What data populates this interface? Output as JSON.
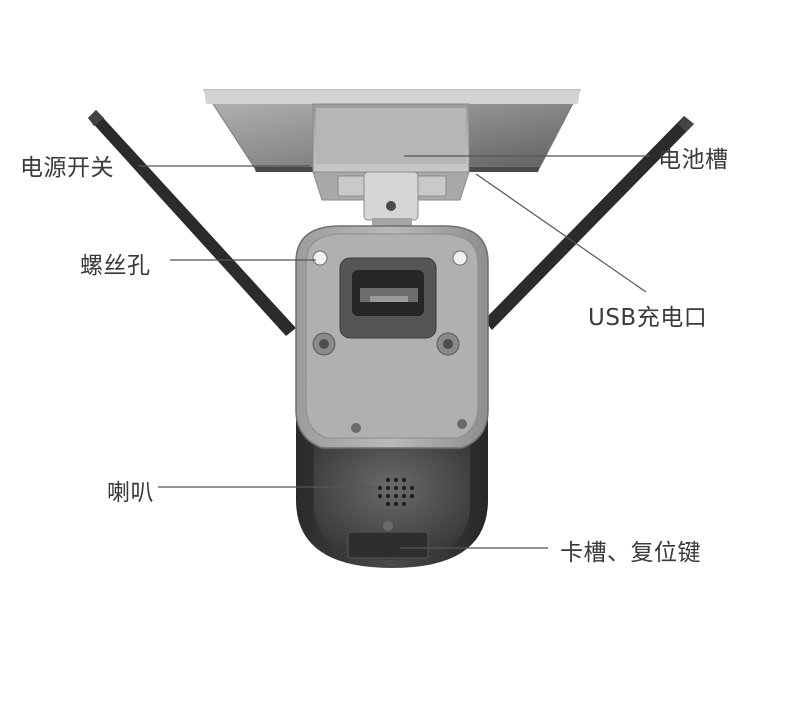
{
  "labels": {
    "power_switch": "电源开关",
    "battery_slot": "电池槽",
    "screw_hole": "螺丝孔",
    "usb_port": "USB充电口",
    "speaker": "喇叭",
    "card_reset": "卡槽、复位键"
  }
}
